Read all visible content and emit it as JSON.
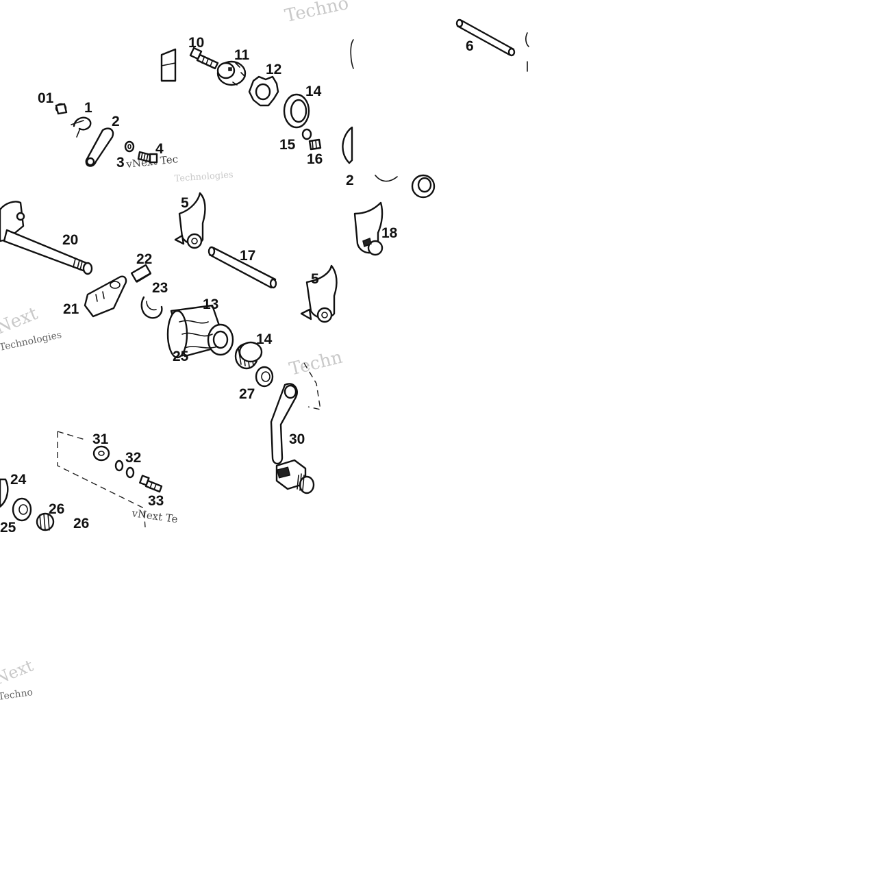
{
  "callouts": {
    "c_01": "01",
    "c_1": "1",
    "c_2": "2",
    "c_3": "3",
    "c_4": "4",
    "c_5a": "5",
    "c_5b": "5",
    "c_6": "6",
    "c_10": "10",
    "c_11": "11",
    "c_12": "12",
    "c_13": "13",
    "c_14a": "14",
    "c_14b": "14",
    "c_15": "15",
    "c_16": "16",
    "c_17": "17",
    "c_18": "18",
    "c_20": "20",
    "c_21": "21",
    "c_22": "22",
    "c_23": "23",
    "c_24": "24",
    "c_25a": "25",
    "c_25b": "25",
    "c_26a": "26",
    "c_26b": "26",
    "c_27": "27",
    "c_30": "30",
    "c_31": "31",
    "c_32": "32",
    "c_33": "33",
    "c_2b": "2"
  },
  "watermarks": {
    "w1": "Techno",
    "w2": "vNext Tec",
    "w3": "Technologies",
    "w4": "Next",
    "w5": "Technologies",
    "w6": "Techn",
    "w7": "vNext Te",
    "w8": "Next",
    "w9": "Techno"
  }
}
